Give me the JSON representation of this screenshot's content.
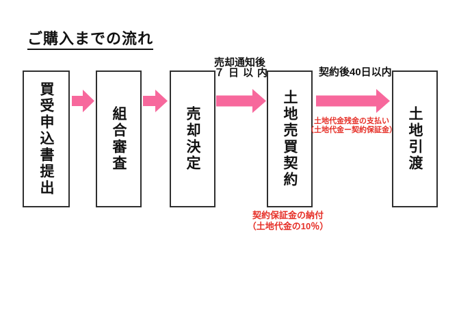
{
  "title": "ご購入までの流れ",
  "colors": {
    "arrow_pink": "#f7689c",
    "note_red": "#e63028"
  },
  "flow": {
    "steps": [
      {
        "label": "買受申込書提出"
      },
      {
        "label": "組合審査"
      },
      {
        "label": "売却決定"
      },
      {
        "label": "土地売買契約"
      },
      {
        "label": "土地引渡"
      }
    ]
  },
  "annotations": {
    "arrow3_top": {
      "line1": "売却通知後",
      "line2": "７日以内"
    },
    "arrow4_top": "契約後40日以内",
    "arrow4_note": {
      "line1": "土地代金残金の支払い",
      "line2": "（土地代金ー契約保証金）"
    },
    "box4_note": {
      "line1": "契約保証金の納付",
      "line2": "（土地代金の10％）"
    }
  }
}
